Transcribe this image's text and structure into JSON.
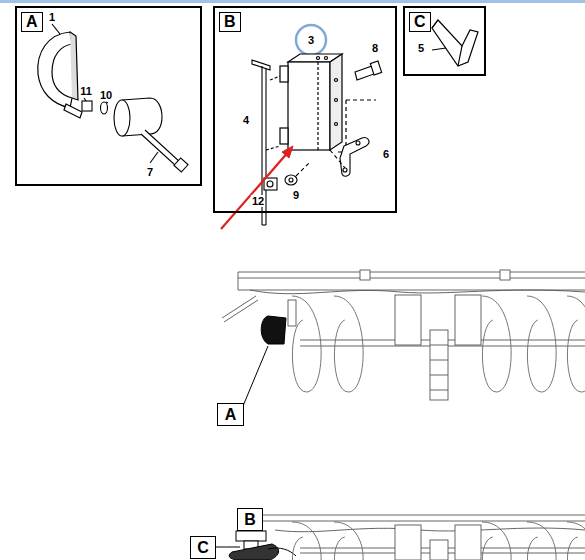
{
  "diagram": {
    "nodes": [
      {
        "text": [
          "A"
        ]
      },
      {
        "text": [
          "B"
        ]
      },
      {
        "text": [
          "C"
        ]
      },
      {
        "text": [
          "A"
        ]
      },
      {
        "text": [
          "B"
        ]
      },
      {
        "text": [
          "C"
        ]
      }
    ],
    "labels": [
      "1",
      "11",
      "10",
      "7",
      "3",
      "8",
      "4",
      "6",
      "9",
      "12",
      "5"
    ]
  }
}
